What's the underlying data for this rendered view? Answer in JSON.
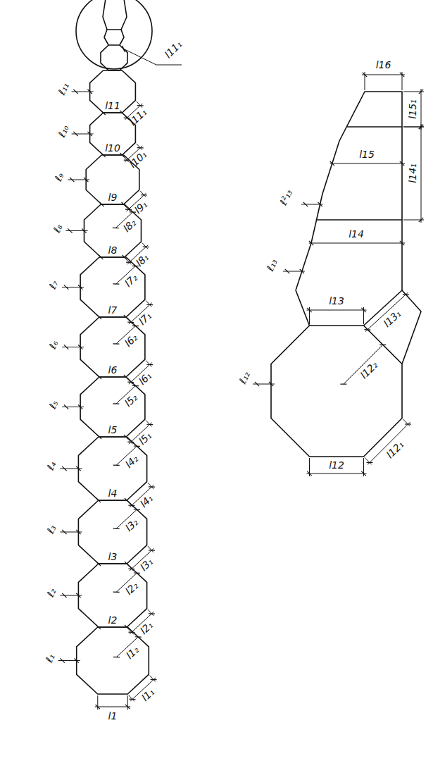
{
  "diagram": {
    "labels": [
      "ℓ₁₁",
      "l11₁",
      "l11",
      "l11₁",
      "ℓ₁₀",
      "l10",
      "l10₁",
      "ℓ₉",
      "l9",
      "l9₁",
      "ℓ₈",
      "l8₂",
      "l8",
      "l8₁",
      "ℓ₇",
      "l7₂",
      "l7",
      "l7₁",
      "ℓ₆",
      "l6₂",
      "l6",
      "l6₁",
      "ℓ₅",
      "l5₂",
      "l5",
      "l5₁",
      "ℓ₄",
      "l4₂",
      "l4",
      "l4₁",
      "ℓ₃",
      "l3₂",
      "l3",
      "l3₁",
      "ℓ₂",
      "l2₂",
      "l2",
      "l2₁",
      "ℓ₁",
      "l1₂",
      "l1",
      "l1₁",
      "l16",
      "l15₁",
      "l15",
      "l14₁",
      "l14",
      "ℓ²₁₃",
      "ℓ₁₃",
      "l13",
      "l13₁",
      "l12₂",
      "ℓ₁₂",
      "l12",
      "l12₁"
    ]
  }
}
